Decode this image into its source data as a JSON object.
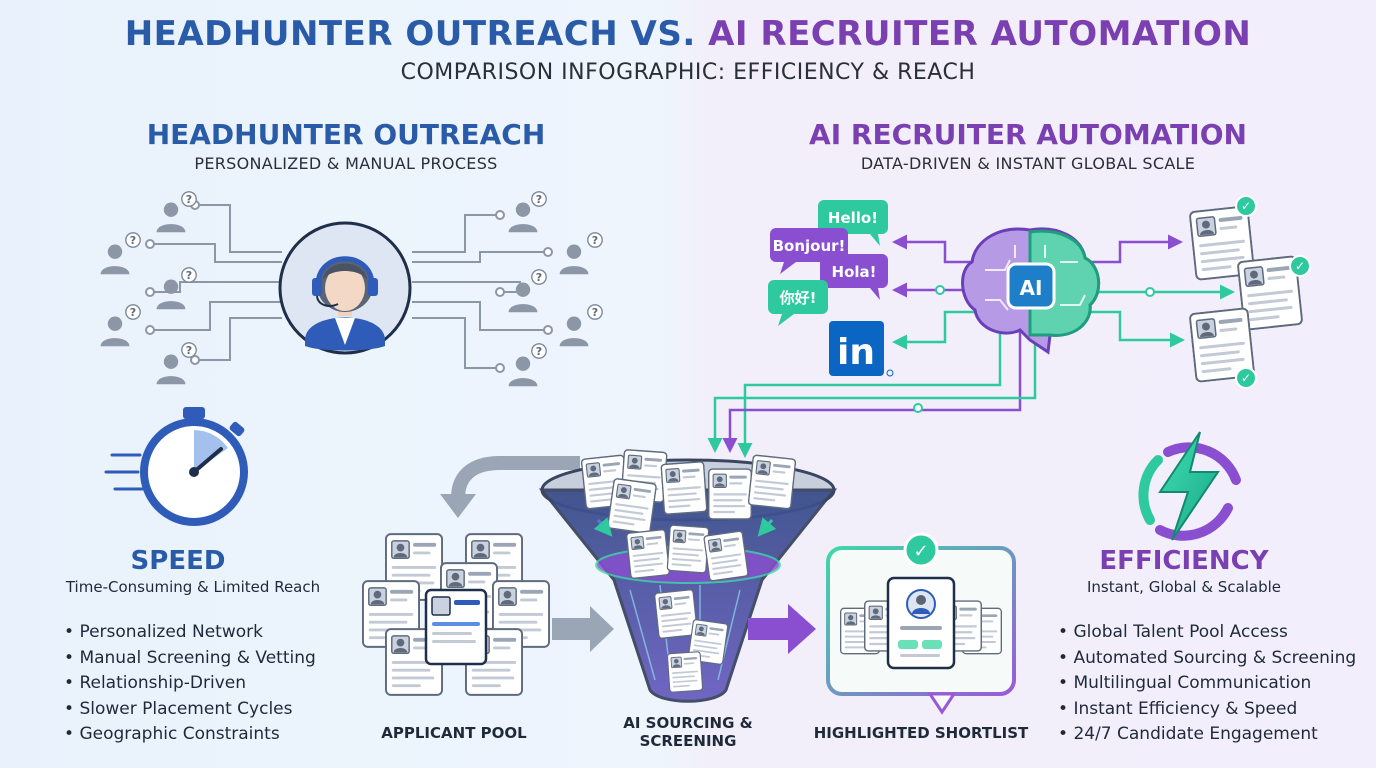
{
  "header": {
    "title_part1": "HEADHUNTER OUTREACH VS.",
    "title_part2": "AI RECRUITER AUTOMATION",
    "subtitle": "COMPARISON INFOGRAPHIC: EFFICIENCY & REACH"
  },
  "left": {
    "title": "HEADHUNTER OUTREACH",
    "subtitle": "PERSONALIZED & MANUAL PROCESS",
    "feature_title": "SPEED",
    "feature_subtitle": "Time-Consuming & Limited Reach",
    "bullets": [
      "Personalized Network",
      "Manual Screening & Vetting",
      "Relationship-Driven",
      "Slower Placement Cycles",
      "Geographic Constraints"
    ]
  },
  "right": {
    "title": "AI RECRUITER AUTOMATION",
    "subtitle": "DATA-DRIVEN & INSTANT GLOBAL SCALE",
    "feature_title": "EFFICIENCY",
    "feature_subtitle": "Instant, Global & Scalable",
    "bullets": [
      "Global Talent Pool Access",
      "Automated Sourcing & Screening",
      "Multilingual Communication",
      "Instant Efficiency & Speed",
      "24/7 Candidate Engagement"
    ]
  },
  "speech": {
    "hello": "Hello!",
    "bonjour": "Bonjour!",
    "hola": "Hola!",
    "nihao": "你好!"
  },
  "brain_label": "AI",
  "linkedin_label": "in",
  "flow": {
    "applicant_pool": "APPLICANT POOL",
    "ai_sourcing_line1": "AI SOURCING &",
    "ai_sourcing_line2": "SCREENING",
    "shortlist": "HIGHLIGHTED SHORTLIST"
  },
  "icons": {
    "unknown_mark": "?",
    "check_mark": "✓"
  },
  "colors": {
    "blue": "#2a5ba8",
    "purple": "#7a3fb0",
    "teal": "#2fc9a0"
  }
}
